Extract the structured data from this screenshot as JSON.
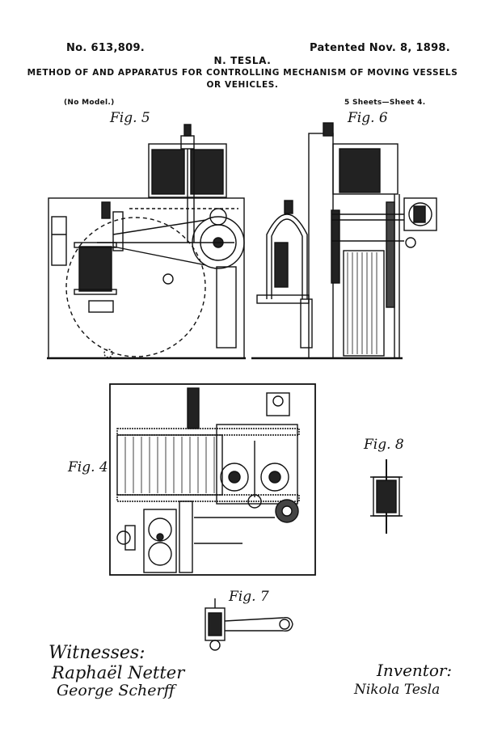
{
  "header": {
    "patent_number": "No. 613,809.",
    "patented_date": "Patented Nov. 8, 1898.",
    "inventor_name": "N. TESLA.",
    "title_line_1": "METHOD OF AND APPARATUS FOR CONTROLLING MECHANISM OF MOVING VESSELS",
    "title_line_2": "OR VEHICLES.",
    "model_note": "(No Model.)",
    "sheet_note": "5 Sheets—Sheet 4."
  },
  "figures": {
    "fig5": "Fig. 5",
    "fig6": "Fig. 6",
    "fig4": "Fig. 4",
    "fig8": "Fig. 8",
    "fig7": "Fig. 7"
  },
  "footer": {
    "witnesses_label": "Witnesses:",
    "witness_1": "Raphaël Netter",
    "witness_2": "George Scherff",
    "inventor_label": "Inventor:",
    "inventor_signature": "Nikola Tesla"
  },
  "colors": {
    "ink": "#111111",
    "paper": "#ffffff"
  }
}
